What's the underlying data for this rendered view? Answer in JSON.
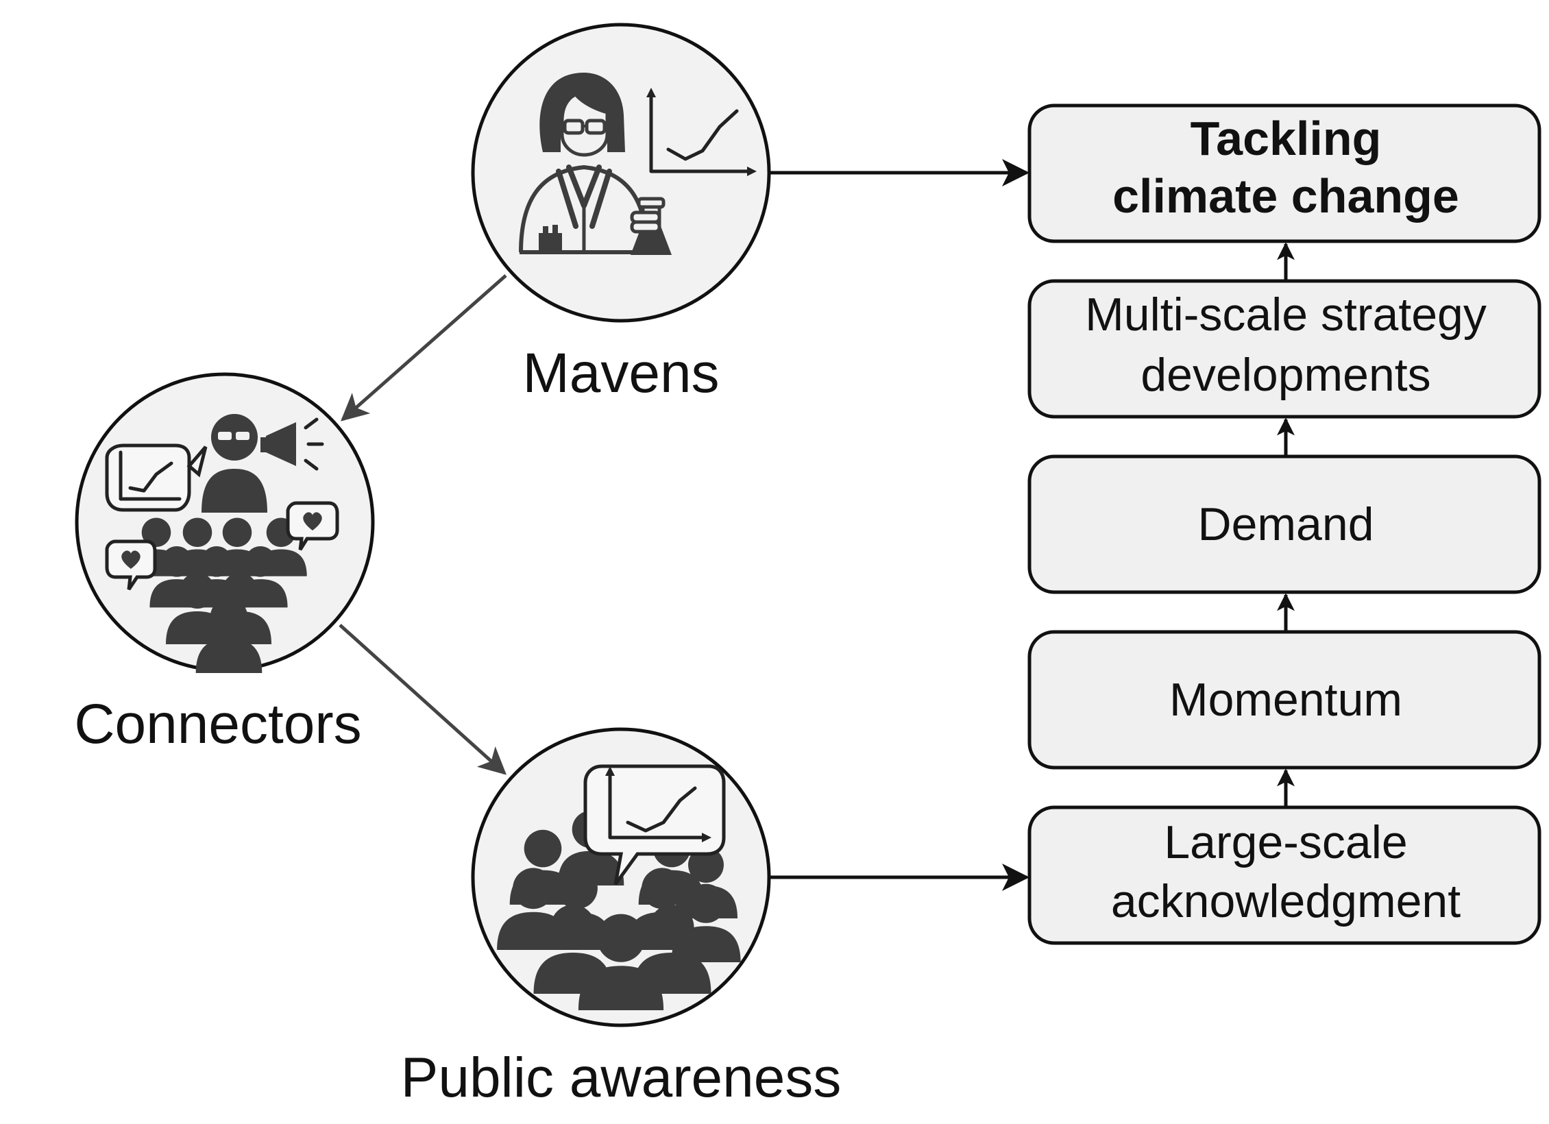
{
  "nodes": {
    "mavens": {
      "label": "Mavens"
    },
    "connectors": {
      "label": "Connectors"
    },
    "public": {
      "label": "Public awareness"
    }
  },
  "boxes": {
    "goal": {
      "line1": "Tackling",
      "line2": "climate change"
    },
    "strategy": {
      "line1": "Multi-scale strategy",
      "line2": "developments"
    },
    "demand": {
      "label": "Demand"
    },
    "momentum": {
      "label": "Momentum"
    },
    "acknowledgment": {
      "line1": "Large-scale",
      "line2": "acknowledgment"
    }
  },
  "icons": {
    "mavens": "scientist-with-chart-and-flask-icon",
    "connectors": "influencer-with-megaphone-and-crowd-icon",
    "public": "crowd-with-chart-bubble-icon"
  },
  "colors": {
    "node_fill": "#f2f2f2",
    "box_fill": "#f0f0f0",
    "outline": "#111111",
    "icon_ink": "#3d3d3d",
    "connector_arrow": "#444444"
  }
}
